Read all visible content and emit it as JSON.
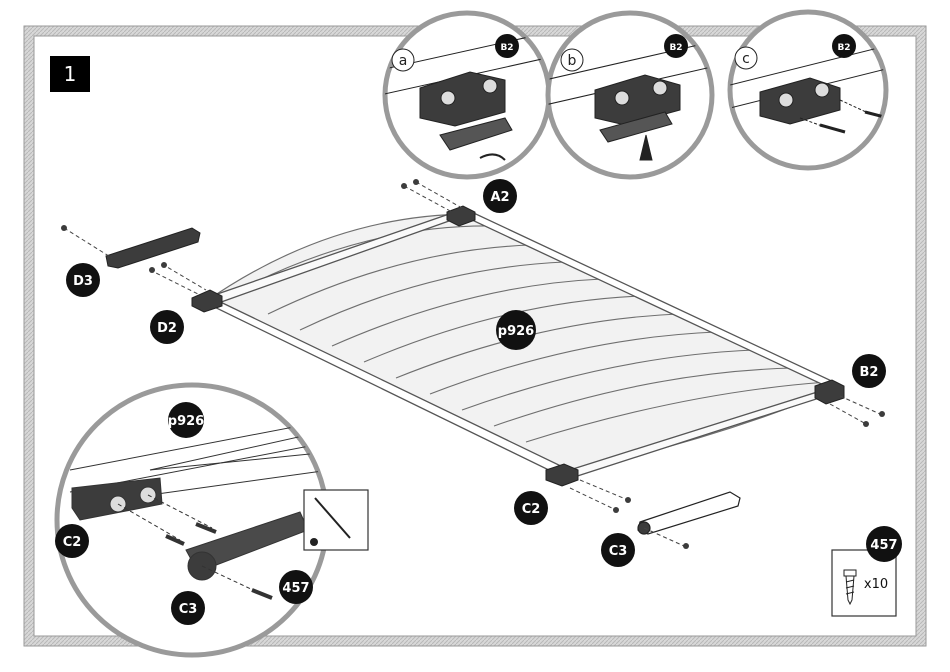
{
  "step": {
    "number": "1"
  },
  "callouts": {
    "a": {
      "letter": "a",
      "part": "B2"
    },
    "b": {
      "letter": "b",
      "part": "B2"
    },
    "c": {
      "letter": "c",
      "part": "B2"
    }
  },
  "labels": {
    "a2": "A2",
    "d3": "D3",
    "d2": "D2",
    "p926": "p926",
    "b2": "B2",
    "c2": "C2",
    "c3": "C3"
  },
  "detail": {
    "part": "p926",
    "c2": "C2",
    "c3": "C3",
    "screw": "457"
  },
  "hardware": {
    "part": "457",
    "qty": "x10"
  },
  "colors": {
    "border_hatch": "#cfcfcf",
    "frame": "#bdbdbd",
    "panel": "#f0f0f0",
    "dark_part": "#3c3c3c",
    "label_bg": "#111111"
  }
}
